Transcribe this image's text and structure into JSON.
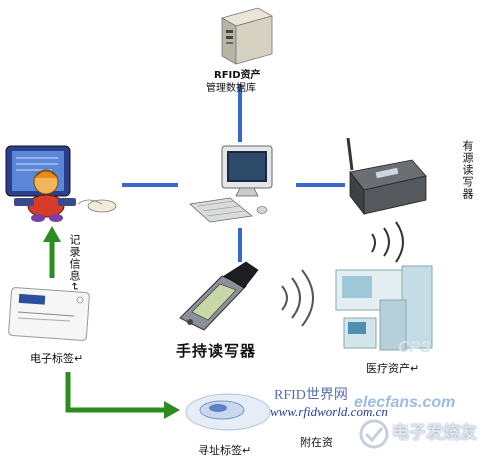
{
  "server_label_line1": "RFID资产",
  "server_label_line2": "管理数据库",
  "active_reader_label": "有源读写器",
  "record_info_label": "记录信息↵",
  "e_tag_label": "电子标签↵",
  "handheld_label": "手持读写器",
  "medical_asset_label": "医疗资产↵",
  "address_tag_label": "寻址标签↵",
  "attach_label": "附在资",
  "watermark_cn": "RFID世界网",
  "watermark_url": "www.rfidworld.com.cn",
  "watermark_brand": "elecfans.com",
  "watermark_corner": "电子发烧友",
  "colors": {
    "link_blue": "#3a67c8",
    "link_green": "#2e8b22"
  }
}
